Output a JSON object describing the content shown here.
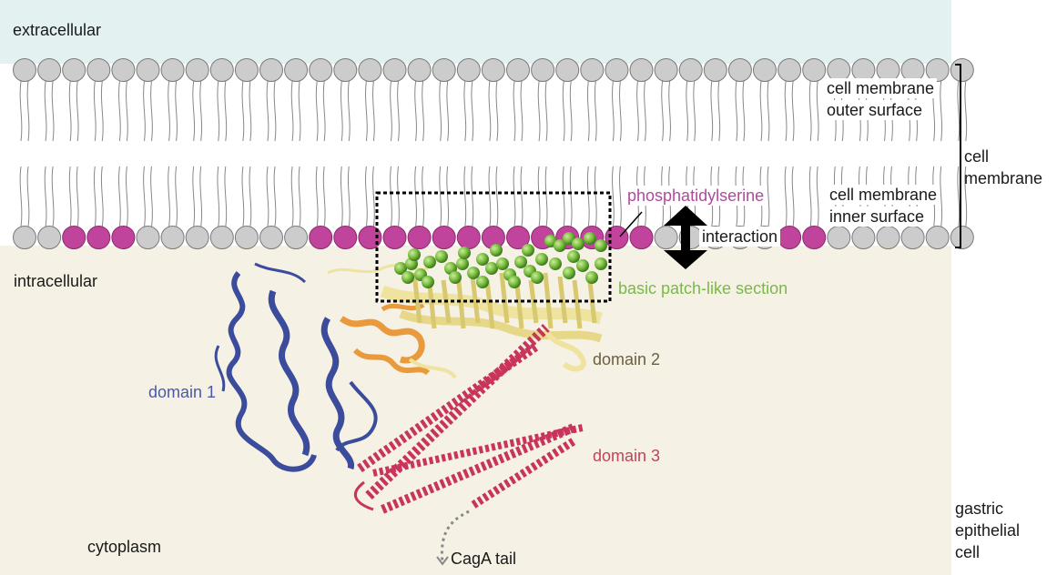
{
  "labels": {
    "extracellular": "extracellular",
    "intracellular": "intracellular",
    "cytoplasm": "cytoplasm",
    "outer_surface_1": "cell membrane",
    "outer_surface_2": "outer surface",
    "inner_surface_1": "cell membrane",
    "inner_surface_2": "inner surface",
    "cell_membrane_1": "cell",
    "cell_membrane_2": "membrane",
    "phosphatidylserine": "phosphatidylserine",
    "interaction": "interaction",
    "basic_patch": "basic patch-like section",
    "domain1": "domain 1",
    "domain2": "domain 2",
    "domain3": "domain 3",
    "cagA_tail": "CagA tail",
    "gastric_1": "gastric",
    "gastric_2": "epithelial",
    "gastric_3": "cell"
  },
  "colors": {
    "extracellular_bg": "#e4f1f1",
    "cytoplasm_bg": "#f5f1e4",
    "lipid_head": "#cccccc",
    "phosphatidylserine": "#c0449c",
    "basic_patch": "#7bbf3f",
    "domain1": "#3c4c9c",
    "domain2": "#f0e49a",
    "domain_orange": "#e89a3c",
    "domain3": "#c8345c",
    "domain1_text": "#4a5aa8",
    "domain2_text": "#6a6040",
    "domain3_text": "#c0445a",
    "phosphatidylserine_text": "#b04a9c",
    "basic_patch_text": "#7ab84a"
  },
  "icons": {
    "interaction_arrow": "double-headed-vertical-arrow-icon",
    "selection_box": "dashed-rectangle-icon",
    "membrane_bracket": "right-bracket-icon"
  }
}
